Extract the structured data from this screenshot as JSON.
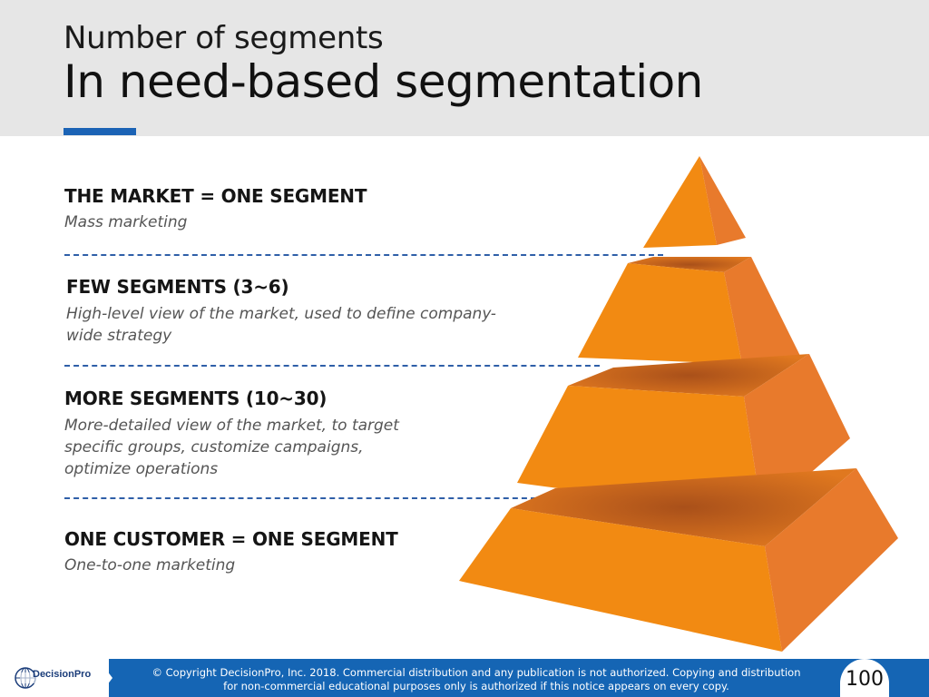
{
  "header": {
    "subtitle": "Number of segments",
    "title": "In need-based segmentation"
  },
  "levels": [
    {
      "heading": "THE MARKET = ONE SEGMENT",
      "description": "Mass marketing"
    },
    {
      "heading": "FEW SEGMENTS (3~6)",
      "description_lines": [
        "High-level view of the market, used to define company-",
        "wide strategy"
      ]
    },
    {
      "heading": "MORE SEGMENTS (10~30)",
      "description_lines": [
        "More-detailed view of the market, to target",
        "specific groups, customize campaigns,",
        "optimize operations"
      ]
    },
    {
      "heading": "ONE CUSTOMER = ONE SEGMENT",
      "description": "One-to-one marketing"
    }
  ],
  "pyramid": {
    "tiers": 4,
    "front_color": "#f28a12",
    "side_color": "#e8782a",
    "top_color": "#c9621a"
  },
  "footer": {
    "logo_text": "DecisionPro",
    "copyright_lines": [
      "© Copyright DecisionPro, Inc.  2018. Commercial distribution and any publication is not authorized. Copying and distribution",
      "for non-commercial educational purposes only is authorized if this notice appears on every copy."
    ],
    "page_number": "100",
    "accent": "#1565b4"
  }
}
